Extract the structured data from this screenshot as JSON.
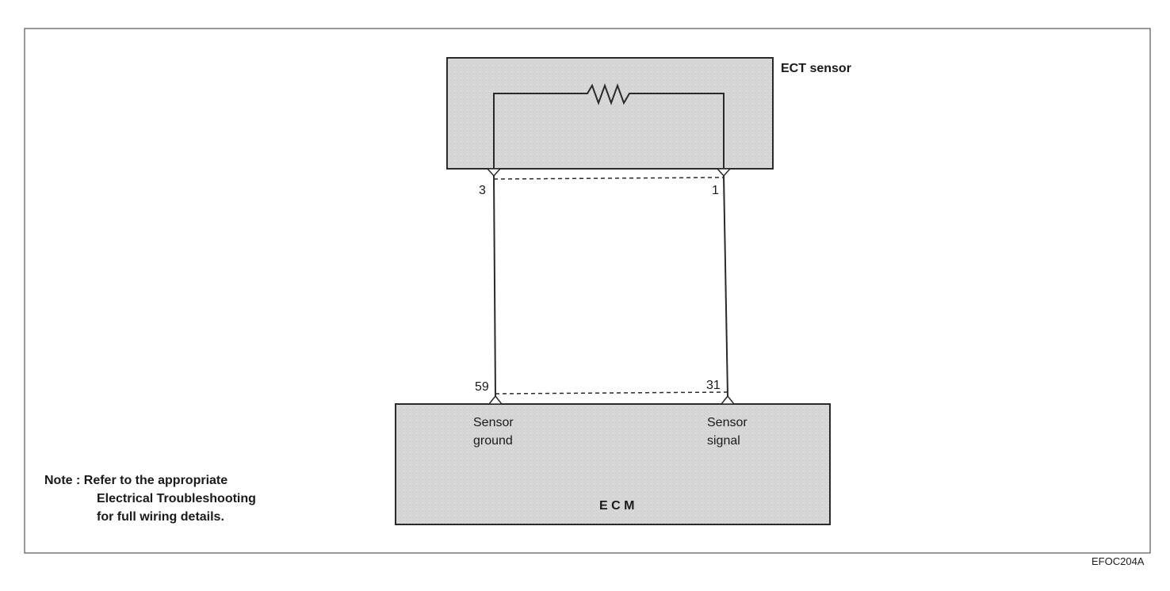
{
  "components": {
    "ect_sensor": {
      "label": "ECT sensor"
    },
    "ecm": {
      "label": "E C M"
    }
  },
  "pins": {
    "sensor_left": "3",
    "sensor_right": "1",
    "ecm_left": "59",
    "ecm_right": "31"
  },
  "ecm_terminals": {
    "left": {
      "line1": "Sensor",
      "line2": "ground"
    },
    "right": {
      "line1": "Sensor",
      "line2": "signal"
    }
  },
  "note": {
    "line1": "Note : Refer to the appropriate",
    "line2": "Electrical Troubleshooting",
    "line3": "for full wiring details."
  },
  "figure_code": "EFOC204A",
  "colors": {
    "component_fill": "#d6d6d6",
    "line": "#2a2a2a"
  }
}
